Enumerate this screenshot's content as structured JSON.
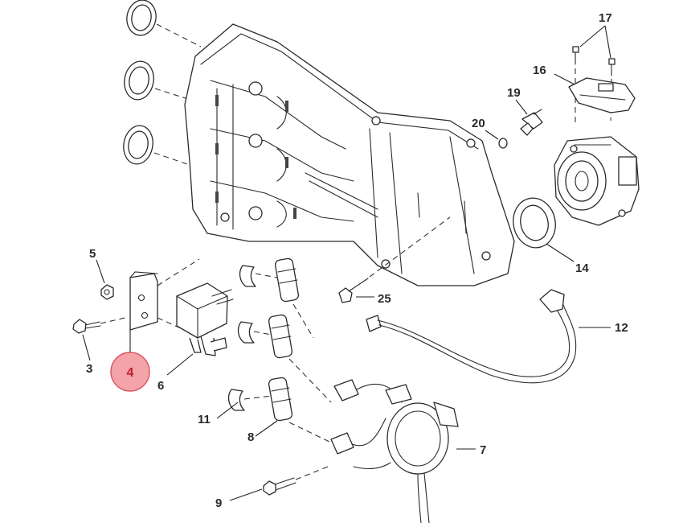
{
  "callouts": {
    "c3": "3",
    "c4": "4",
    "c5": "5",
    "c6": "6",
    "c7": "7",
    "c8": "8",
    "c9": "9",
    "c11": "11",
    "c12": "12",
    "c14": "14",
    "c16": "16",
    "c17": "17",
    "c19": "19",
    "c20": "20",
    "c25": "25"
  },
  "highlight": {
    "part": "4",
    "fill": "#f4a3a8",
    "stroke": "#d9545e",
    "text_color": "#c0202c"
  },
  "colors": {
    "line": "#2a2a2a",
    "background": "#ffffff"
  }
}
